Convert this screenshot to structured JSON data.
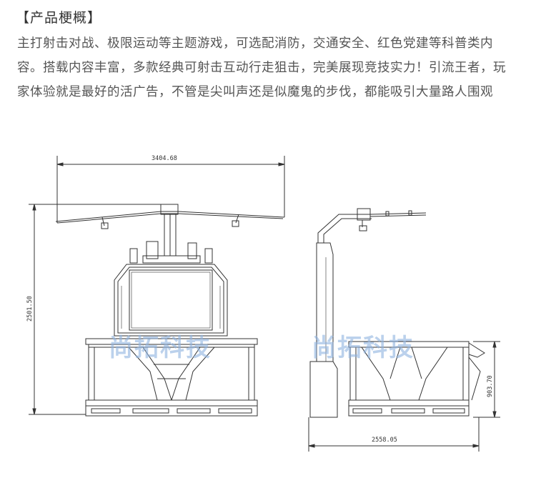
{
  "heading": "【产品梗概】",
  "description": "主打射击对战、极限运动等主题游戏，可选配消防，交通安全、红色党建等科普类内容。搭载内容丰富，多款经典可射击互动行走狙击，完美展现竞技实力！引流王者，玩家体验就是最好的活广告，不管是尖叫声还是似魔鬼的步伐，都能吸引大量路人围观",
  "drawing": {
    "front_width_label": "3404.68",
    "height_label": "2501.50",
    "side_depth_label": "2558.05",
    "side_height_label": "903.70",
    "watermark_front": "尚拓科技",
    "watermark_side": "尚拓科技"
  }
}
